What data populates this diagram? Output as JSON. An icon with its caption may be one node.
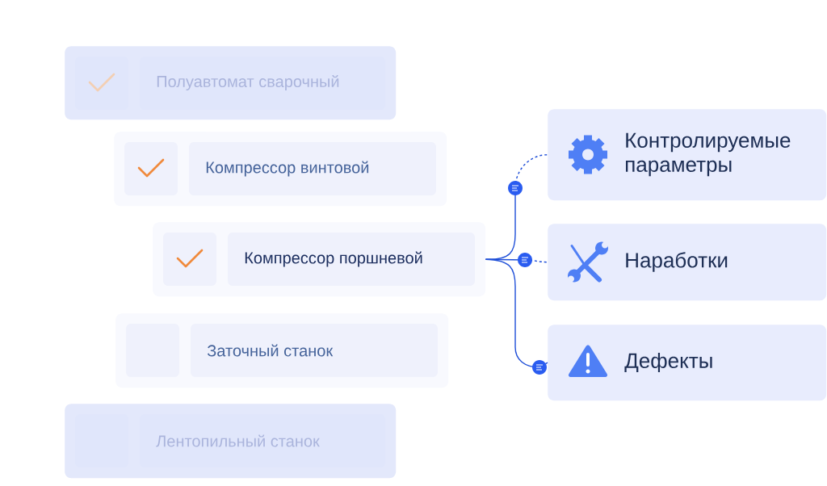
{
  "diagram": {
    "nodes": [
      {
        "text": [
          "Полуавтомат сварочный"
        ]
      },
      {
        "text": [
          "Компрессор винтовой"
        ]
      },
      {
        "text": [
          "Компрессор поршневой"
        ]
      },
      {
        "text": [
          "Заточный станок"
        ]
      },
      {
        "text": [
          "Лентопильный станок"
        ]
      },
      {
        "text": [
          "Контролируемые параметры"
        ]
      },
      {
        "text": [
          "Наработки"
        ]
      },
      {
        "text": [
          "Дефекты"
        ]
      }
    ],
    "edges": [
      {
        "from": 2,
        "to": 5,
        "arrow": "none"
      },
      {
        "from": 2,
        "to": 6,
        "arrow": "none"
      },
      {
        "from": 2,
        "to": 7,
        "arrow": "none"
      }
    ]
  }
}
